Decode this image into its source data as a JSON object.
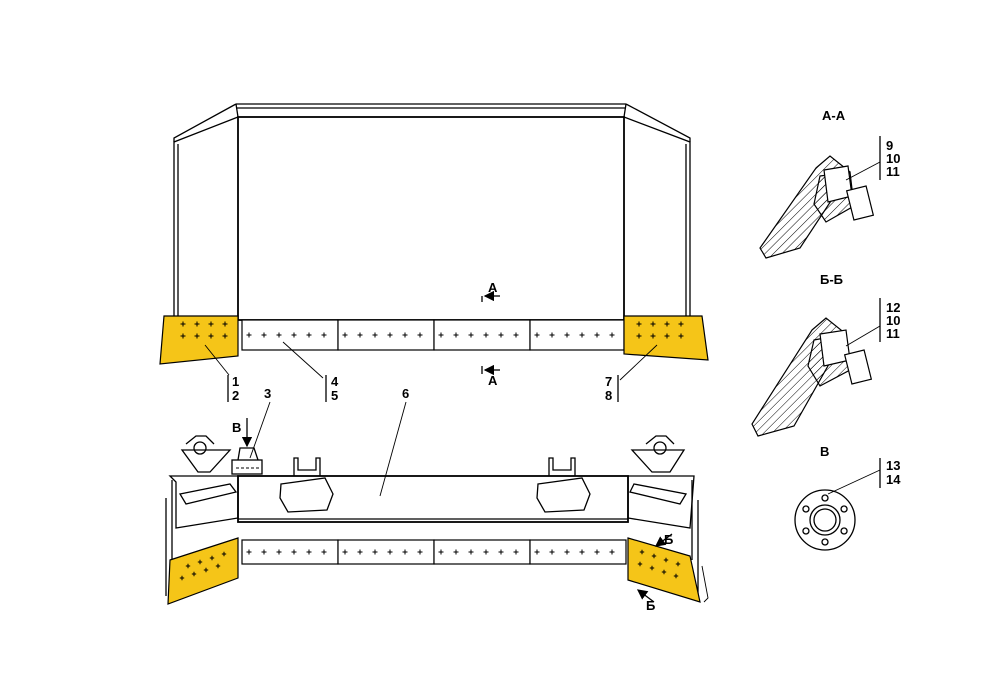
{
  "colors": {
    "highlight": "#f5c518",
    "line": "#000000",
    "background": "#ffffff"
  },
  "labels": {
    "callout_1": "1",
    "callout_2": "2",
    "callout_3": "3",
    "callout_4": "4",
    "callout_5": "5",
    "callout_6": "6",
    "callout_7": "7",
    "callout_8": "8",
    "section_mark_a_top": "А",
    "section_mark_a_bottom": "А",
    "section_mark_b_top": "Б",
    "section_mark_b_bottom": "Б",
    "view_mark_v": "В"
  },
  "sections": {
    "aa": {
      "title": "А-А",
      "callouts": [
        "9",
        "10",
        "11"
      ]
    },
    "bb": {
      "title": "Б-Б",
      "callouts": [
        "12",
        "10",
        "11"
      ]
    },
    "v": {
      "title": "В",
      "callouts": [
        "13",
        "14"
      ]
    }
  }
}
